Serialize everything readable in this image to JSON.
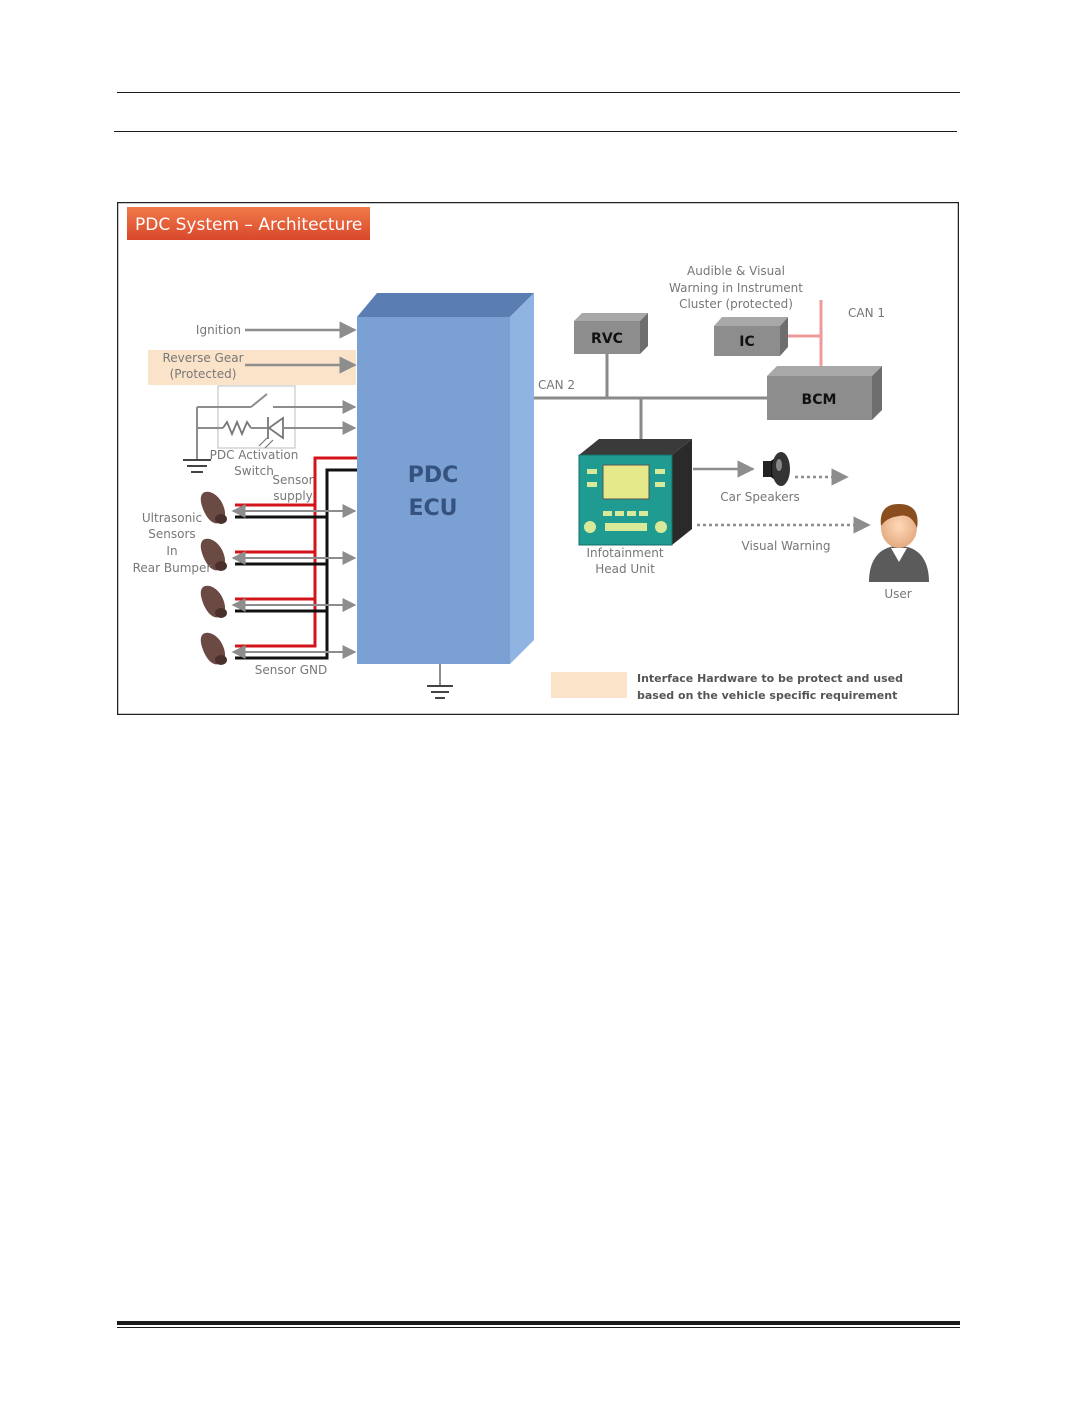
{
  "figure": {
    "title": "PDC System – Architecture",
    "colors": {
      "title_banner_top": "#f07a4a",
      "title_banner_bottom": "#d9472b",
      "ecu_front": "#7aa0d4",
      "ecu_top": "#5b7eb2",
      "ecu_side": "#8fb4e2",
      "module_front": "#8d8d8d",
      "module_top": "#a8a8a8",
      "module_side": "#6e6e6e",
      "can_bus": "#8a8a8a",
      "can1_bus": "#ee9a9a",
      "supply_wire": "#d4141b",
      "ground_wire": "#111111",
      "protected_bg": "#fbe3c9",
      "signal_arrow": "#8d8d8d",
      "infotainment": "#1f9b91"
    },
    "inputs": {
      "ignition": "Ignition",
      "reverse_gear_line1": "Reverse Gear",
      "reverse_gear_line2": "(Protected)",
      "pdc_switch_line1": "PDC Activation",
      "pdc_switch_line2": "Switch"
    },
    "sensors": {
      "label_lines": [
        "Ultrasonic",
        "Sensors",
        "In",
        "Rear Bumper"
      ],
      "supply_line1": "Sensor",
      "supply_line2": "supply",
      "gnd": "Sensor GND",
      "count": 4
    },
    "ecu": {
      "line1": "PDC",
      "line2": "ECU"
    },
    "network": {
      "can2": "CAN 2",
      "can1": "CAN 1"
    },
    "modules": {
      "rvc": "RVC",
      "ic": "IC",
      "bcm": "BCM"
    },
    "ic_note": [
      "Audible & Visual",
      "Warning in Instrument",
      "Cluster (protected)"
    ],
    "infotainment": {
      "line1": "Infotainment",
      "line2": "Head Unit"
    },
    "outputs": {
      "speakers": "Car Speakers",
      "visual_warning": "Visual Warning",
      "user": "User"
    },
    "legend": {
      "line1": "Interface Hardware to be protect and used",
      "line2": "based on the vehicle specific requirement"
    },
    "icons": [
      "ground-symbol-icon",
      "switch-icon",
      "resistor-icon",
      "diode-icon",
      "ultrasonic-sensor-icon",
      "speaker-icon",
      "user-avatar-icon"
    ]
  }
}
